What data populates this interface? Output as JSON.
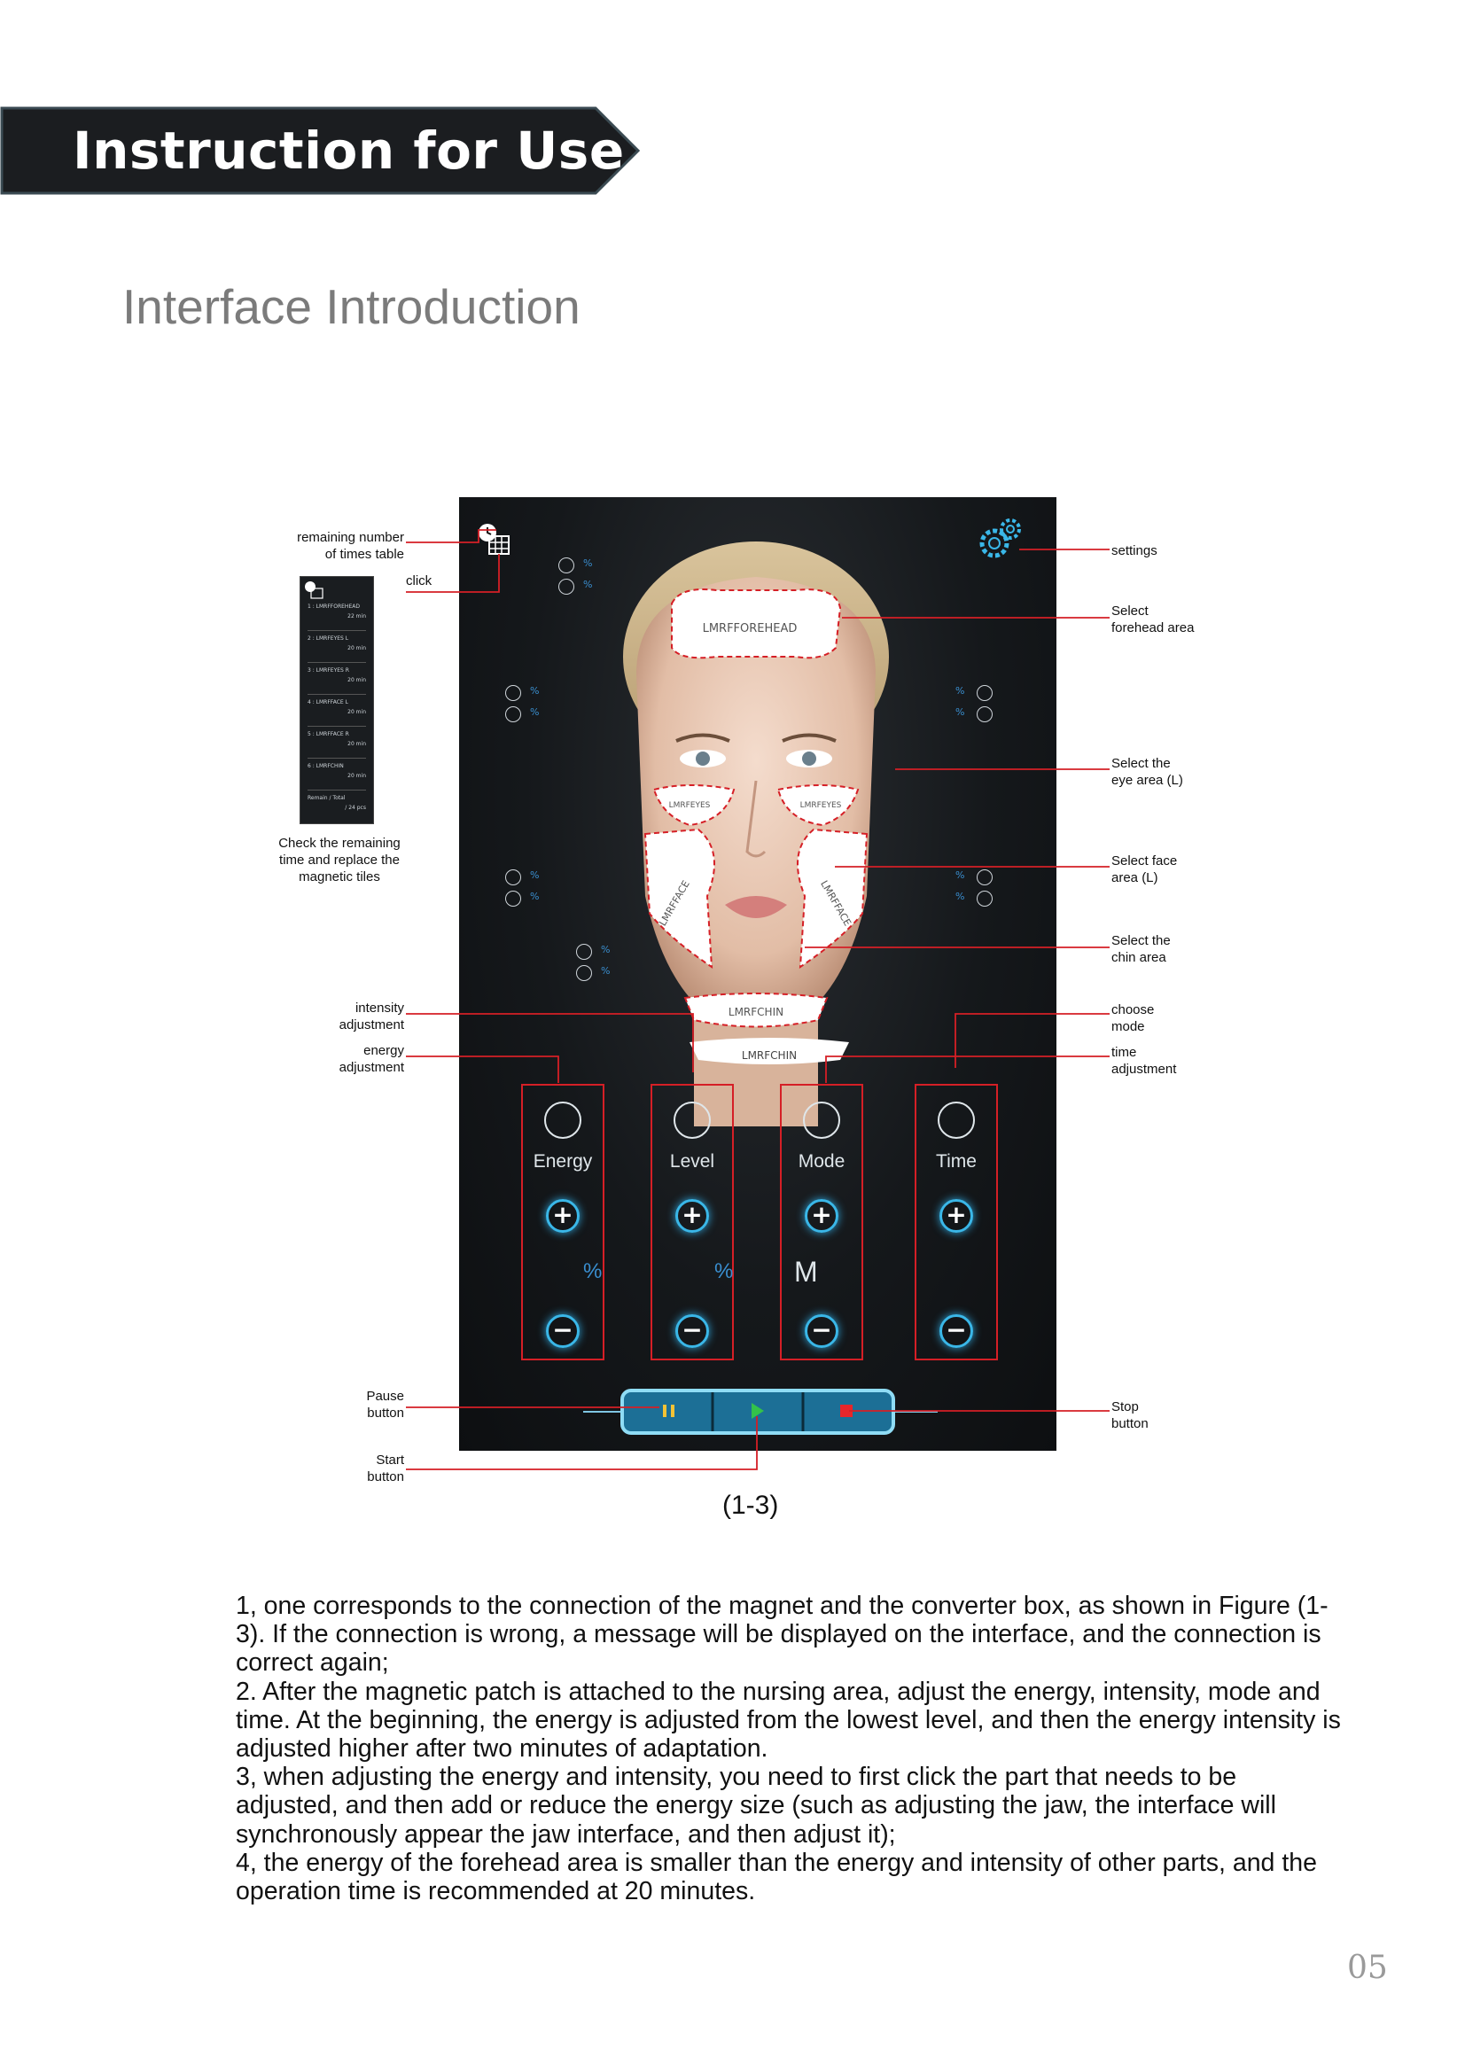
{
  "header": {
    "title": "Instruction for Use"
  },
  "section": {
    "title": "Interface Introduction"
  },
  "figure": {
    "caption": "(1-3)",
    "annotations": {
      "remaining_number": "remaining number\nof times table",
      "click": "click",
      "check_remaining": "Check the remaining\ntime and replace the\nmagnetic tiles",
      "intensity": "intensity\nadjustment",
      "energy": "energy\nadjustment",
      "pause": "Pause\nbutton",
      "start": "Start\nbutton",
      "settings": "settings",
      "forehead": "Select\nforehead area",
      "eye": "Select the\neye area (L)",
      "face": "Select face\narea (L)",
      "chin": "Select the\nchin area",
      "mode": "choose\nmode",
      "time": "time\nadjustment",
      "stop": "Stop\nbutton"
    },
    "patches": {
      "forehead": "LMRFFOREHEAD",
      "eyes_r": "LMRFEYES",
      "eyes_l": "LMRFEYES",
      "face_r": "LMRFFACE",
      "face_l": "LMRFFACE",
      "chin": "LMRFCHIN",
      "chin_lower": "LMRFCHIN"
    },
    "controls": [
      {
        "label": "Energy",
        "value": "%",
        "icon": "wifi-signal-icon"
      },
      {
        "label": "Level",
        "value": "%",
        "icon": "sound-wave-icon"
      },
      {
        "label": "Mode",
        "value": "M",
        "icon": "sliders-icon"
      },
      {
        "label": "Time",
        "value": "",
        "icon": "clock-icon"
      }
    ],
    "side_table": {
      "rows": [
        {
          "name": "1 : LMRFFOREHEAD",
          "time": "22  min"
        },
        {
          "name": "2 : LMRFEYES  L",
          "time": "20  min"
        },
        {
          "name": "3 : LMRFEYES  R",
          "time": "20  min"
        },
        {
          "name": "4 : LMRFFACE  L",
          "time": "20  min"
        },
        {
          "name": "5 : LMRFFACE  R",
          "time": "20  min"
        },
        {
          "name": "6 : LMRFCHIN",
          "time": "20  min"
        }
      ],
      "remain_label": "Remain / Total",
      "remain_value": "/  24 pcs"
    }
  },
  "body_text": [
    "1, one corresponds to the connection of the magnet and the converter box, as shown in Figure (1-3). If the connection is wrong, a message will be displayed on the interface, and the connection is correct again;",
    "2. After the magnetic patch is attached to the nursing area, adjust the energy, intensity, mode and time. At the beginning, the energy is adjusted from the lowest level, and then the energy intensity is adjusted higher after two minutes of adaptation.",
    "3, when adjusting the energy and intensity, you need to first click the part that needs to be adjusted, and then add or reduce the energy size (such as adjusting the jaw, the interface will synchronously appear the jaw interface, and then adjust it);",
    "4, the energy of the forehead area is smaller than the energy and intensity of other parts, and the operation time is recommended at 20 minutes."
  ],
  "page_number": "05",
  "colors": {
    "banner": "#17191c",
    "annotation_line": "#d51f26",
    "accent_blue": "#3ab7e8"
  }
}
